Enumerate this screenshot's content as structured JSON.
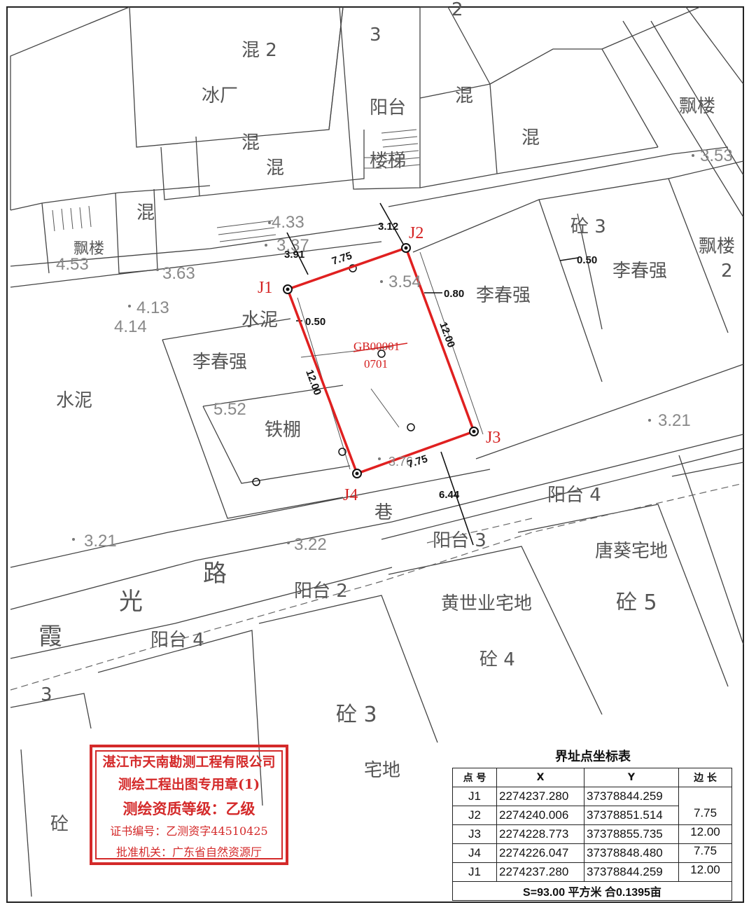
{
  "map_labels": {
    "l_2_top": "2",
    "l_3_top": "3",
    "hun2": "混 2",
    "bingchang": "冰厂",
    "yangtai_top": "阳台",
    "hun_a": "混",
    "hun_b": "混",
    "hun_c": "混",
    "hun_d": "混",
    "hun_e": "混",
    "louti": "楼梯",
    "piaolou_left": "飘楼",
    "piaolou_right_top": "飘楼",
    "piaolou_right": "飘楼",
    "piaolou_right_2": "2",
    "tong3_top": "砼 3",
    "li_chunqiang_1": "李春强",
    "li_chunqiang_2": "李春强",
    "li_chunqiang_3": "李春强",
    "shuini_left": "水泥",
    "shuini_mid": "水泥",
    "tiepeng": "铁棚",
    "xiang": "巷",
    "yangtai4_right": "阳台 4",
    "yangtai3": "阳台 3",
    "yangtai2": "阳台 2",
    "yangtai4_left": "阳台 4",
    "xia": "霞",
    "guang": "光",
    "lu": "路",
    "tang_kui": "唐葵宅地",
    "tong5": "砼 5",
    "huang_shiye": "黄世业宅地",
    "tong4": "砼 4",
    "tong3_bottom": "砼 3",
    "zhaidi": "宅地",
    "tong_left": "砼",
    "l_3_left": "3",
    "parcel_id": "GB00001",
    "parcel_sub": "0701"
  },
  "elevations": {
    "e353": "3.53",
    "e433": "4.33",
    "e337": "3.37",
    "e453": "4.53",
    "e363": "3.63",
    "e413": "4.13",
    "e414": "4.14",
    "e354": "3.54",
    "e552": "5.52",
    "e321_r": "3.21",
    "e321_l": "3.21",
    "e322": "3.22",
    "e376": "3.76"
  },
  "dimensions": {
    "d312": "3.12",
    "d391": "3.91",
    "d775_top": "7.75",
    "d080": "0.80",
    "d050_left": "0.50",
    "d050_right": "0.50",
    "d1200_right": "12.00",
    "d1200_left": "12.00",
    "d775_bottom": "7.75",
    "d644": "6.44"
  },
  "boundary_points": {
    "J1": "J1",
    "J2": "J2",
    "J3": "J3",
    "J4": "J4"
  },
  "stamp": {
    "line1": "湛江市天南勘测工程有限公司",
    "line2": "测绘工程出图专用章(1)",
    "line3": "测绘资质等级：乙级",
    "line4": "证书编号：乙测资字44510425",
    "line5": "批准机关：广东省自然资源厅"
  },
  "coord_table": {
    "title": "界址点坐标表",
    "headers": [
      "点 号",
      "X",
      "Y",
      "边 长"
    ],
    "rows": [
      {
        "pt": "J1",
        "x": "2274237.280",
        "y": "37378844.259"
      },
      {
        "pt": "J2",
        "x": "2274240.006",
        "y": "37378851.514"
      },
      {
        "pt": "J3",
        "x": "2274228.773",
        "y": "37378855.735"
      },
      {
        "pt": "J4",
        "x": "2274226.047",
        "y": "37378848.480"
      },
      {
        "pt": "J1",
        "x": "2274237.280",
        "y": "37378844.259"
      }
    ],
    "sides": [
      "7.75",
      "12.00",
      "7.75",
      "12.00"
    ],
    "area": "S=93.00 平方米 合0.1395亩"
  },
  "colors": {
    "boundary": "#e02020",
    "stamp": "#d42a2a",
    "lines": "#333333"
  }
}
